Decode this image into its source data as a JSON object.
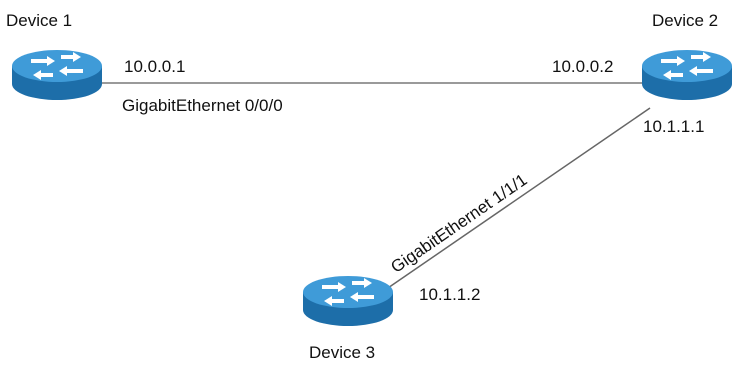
{
  "devices": [
    {
      "id": "device1",
      "label": "Device 1"
    },
    {
      "id": "device2",
      "label": "Device 2"
    },
    {
      "id": "device3",
      "label": "Device 3"
    }
  ],
  "links": [
    {
      "from": "device1",
      "to": "device2",
      "interface": "GigabitEthernet 0/0/0",
      "from_ip": "10.0.0.1",
      "to_ip": "10.0.0.2"
    },
    {
      "from": "device2",
      "to": "device3",
      "interface": "GigabitEthernet 1/1/1",
      "from_ip": "10.1.1.1",
      "to_ip": "10.1.1.2"
    }
  ],
  "colors": {
    "router_body": "#2f86c4",
    "router_top": "#3f9bd8",
    "router_dark": "#1d5f91",
    "link": "#9a9a9a",
    "text": "#111111"
  }
}
